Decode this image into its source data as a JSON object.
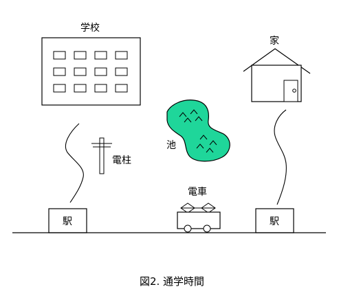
{
  "labels": {
    "school": "学校",
    "house": "家",
    "pond": "池",
    "utility_pole": "電柱",
    "train": "電車",
    "station_left": "駅",
    "station_right": "駅"
  },
  "caption": "図2. 通学時間",
  "colors": {
    "pond_fill": "#1fd69a",
    "stroke": "#000000",
    "background": "#ffffff"
  }
}
